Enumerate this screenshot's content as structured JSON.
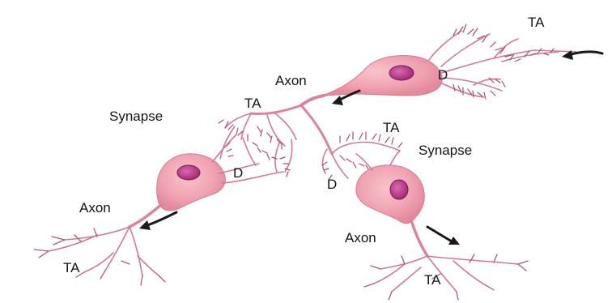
{
  "labels": {
    "ta_top_right": "TA",
    "d_top": "D",
    "axon_top": "Axon",
    "synapse_left": "Synapse",
    "ta_mid_left": "TA",
    "d_left": "D",
    "axon_left": "Axon",
    "ta_bottom_left": "TA",
    "ta_mid_right": "TA",
    "synapse_right": "Synapse",
    "d_right": "D",
    "axon_right": "Axon",
    "ta_bottom_right": "TA"
  },
  "colors": {
    "cell_body": "#f2a7b4",
    "nucleus": "#c23a8a",
    "fiber": "#cf7a92",
    "label": "#141414",
    "arrow": "#1a1a1a"
  }
}
